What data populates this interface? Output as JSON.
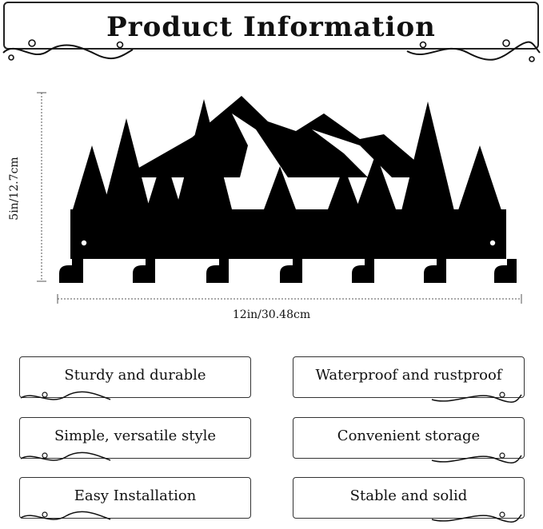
{
  "banner": {
    "title": "Product Information"
  },
  "dimensions": {
    "height": "5in/12.7cm",
    "width": "12in/30.48cm"
  },
  "features": [
    {
      "label": "Sturdy and durable"
    },
    {
      "label": "Waterproof and rustproof"
    },
    {
      "label": "Simple, versatile style"
    },
    {
      "label": "Convenient storage"
    },
    {
      "label": "Easy Installation"
    },
    {
      "label": "Stable and solid"
    }
  ]
}
